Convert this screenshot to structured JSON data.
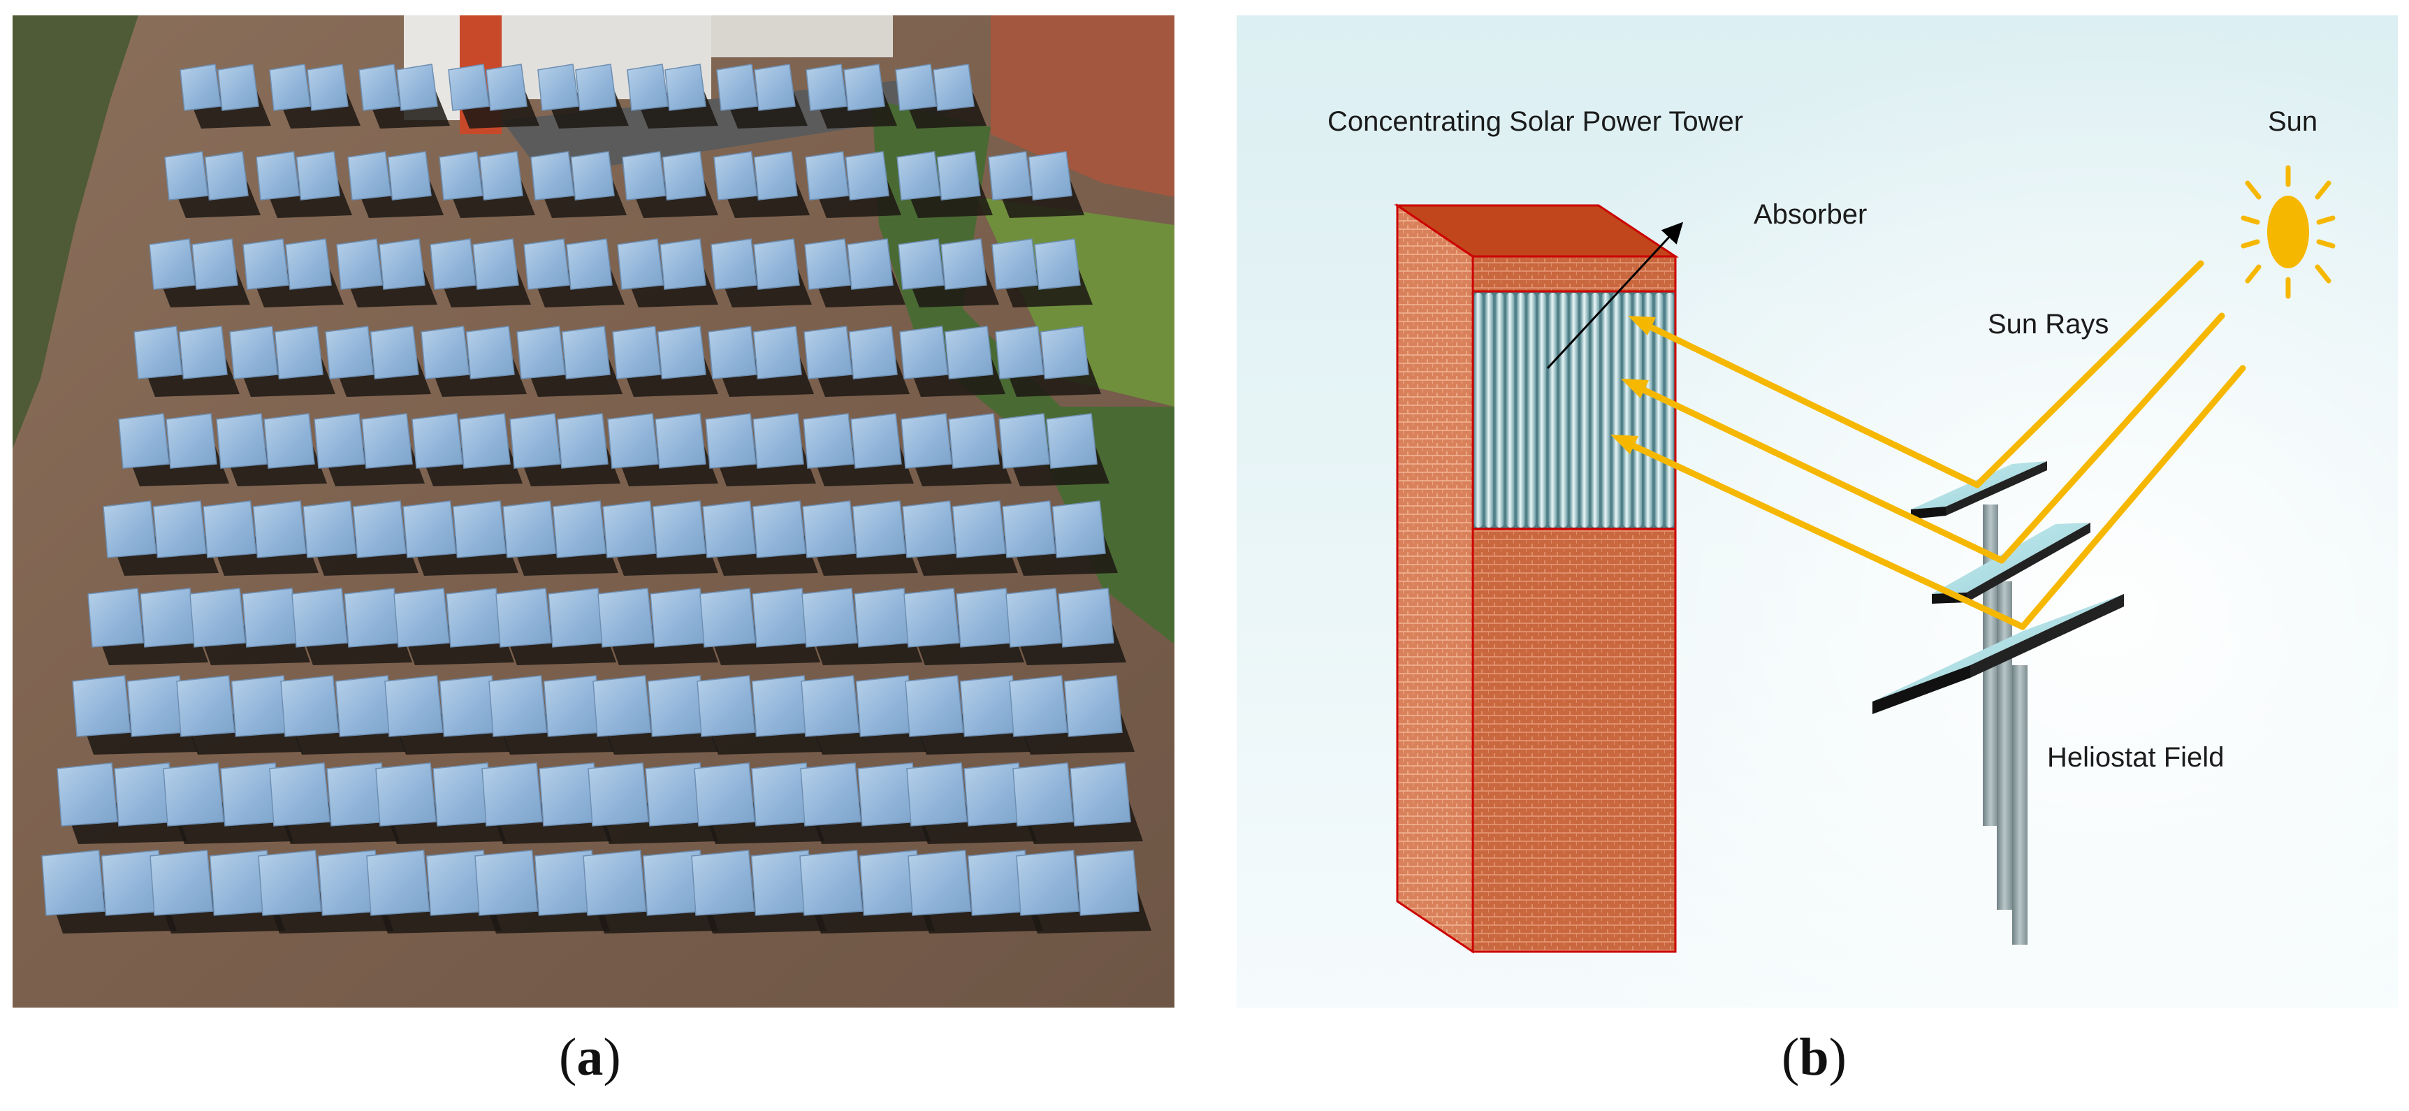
{
  "panel_a": {
    "caption_open": "(",
    "caption_letter": "a",
    "caption_close": ")"
  },
  "panel_b": {
    "caption_open": "(",
    "caption_letter": "b",
    "caption_close": ")",
    "labels": {
      "tower": "Concentrating Solar Power Tower",
      "absorber": "Absorber",
      "sun": "Sun",
      "rays": "Sun Rays",
      "field": "Heliostat Field"
    }
  },
  "colors": {
    "ray": "#f6b700",
    "sun": "#f6b700",
    "brick": "#c9673f",
    "tower_top": "#c1461c",
    "tower_outline": "#cc0000",
    "absorber_tube": "#8fbcc3",
    "mirror": "#a9d7de",
    "post": "#8a9a9d",
    "sky_top": "#dff0f3",
    "sky_bottom": "#f3fafb"
  },
  "icons": {
    "sun": "sun-icon",
    "arrow": "arrow-icon"
  }
}
